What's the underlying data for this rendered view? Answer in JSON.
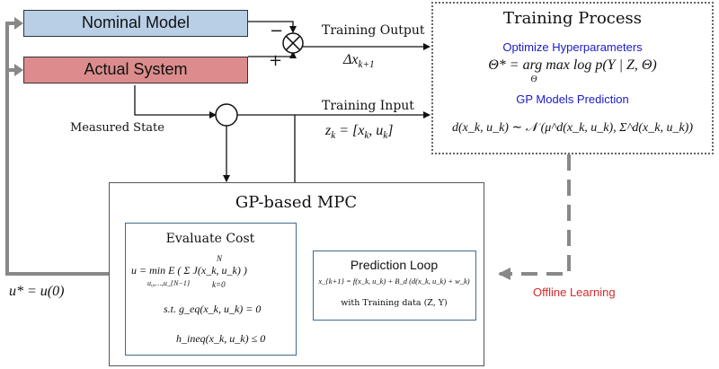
{
  "nominal_model": {
    "label": "Nominal Model",
    "fill": "#b8cfe6",
    "border": "#333333"
  },
  "actual_system": {
    "label": "Actual System",
    "fill": "#dc8c8c",
    "border": "#333333"
  },
  "summing_junction": {
    "minus": "−",
    "plus": "+"
  },
  "training_output": {
    "label": "Training Output",
    "math": "Δx",
    "sub": "k+1"
  },
  "measured_state": {
    "label": "Measured State"
  },
  "training_input": {
    "label": "Training Input",
    "math": "z",
    "sub": "k",
    "rhs": " = [x",
    "rhs_sub1": "k",
    "rhs_mid": ", u",
    "rhs_sub2": "k",
    "rhs_end": "]"
  },
  "training_process": {
    "title": "Training Process",
    "optimize_label": "Optimize Hyperparameters",
    "optimize_eq": "Θ* = arg max log p(Y | Z, Θ)",
    "optimize_eq_under": "Θ",
    "prediction_label": "GP Models Prediction",
    "prediction_eq": "d(x_k, u_k) ∼ 𝒩 (μ^d(x_k, u_k), Σ^d(x_k, u_k))"
  },
  "gp_mpc": {
    "title": "GP-based MPC",
    "evaluate_cost": {
      "title": "Evaluate Cost",
      "cost_eq": "u = min E ( Σ J(x_k, u_k) )",
      "cost_min_sub": "u₀,…,u_{N−1}",
      "cost_sum_top": "N",
      "cost_sum_bottom": "k=0",
      "constraint_eq": "s.t.  g_eq(x_k, u_k) = 0",
      "ineq_eq": "h_ineq(x_k, u_k) ≤ 0"
    },
    "prediction_loop": {
      "title": "Prediction Loop",
      "dynamics_eq": "x_{k+1} = f(x_k, u_k) + B_d (d(x_k, u_k) + w_k)",
      "training_data": "with Training data (Z, Y)"
    }
  },
  "control_output": {
    "label": "u* = u(0)"
  },
  "offline_learning": {
    "label": "Offline Learning"
  },
  "colors": {
    "accent_blue": "#1a1acc",
    "accent_red": "#d42a2a",
    "inner_border": "#3d6b8f",
    "gray_arrow": "#888888"
  }
}
